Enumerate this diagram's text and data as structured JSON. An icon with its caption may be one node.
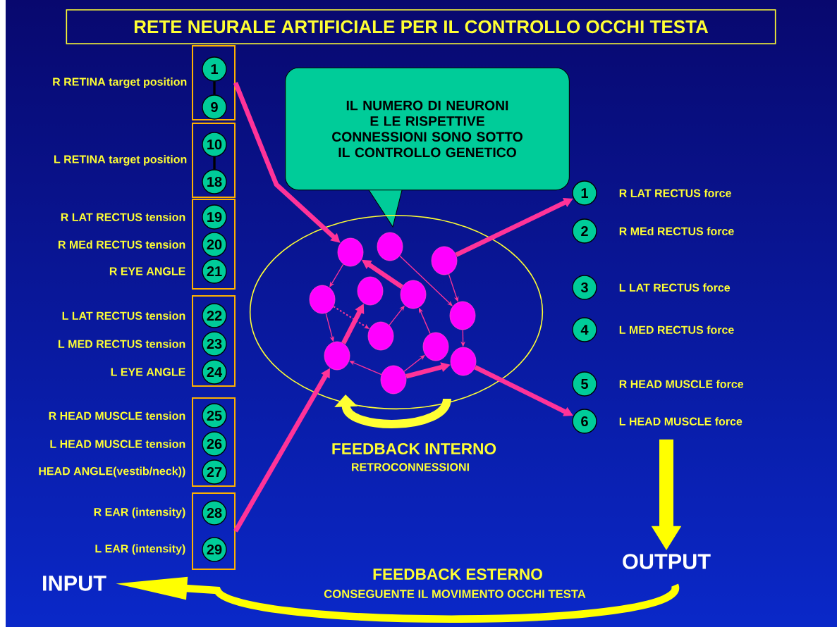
{
  "diagram": {
    "title": "RETE NEURALE ARTIFICIALE PER IL CONTROLLO OCCHI TESTA",
    "nodes": [
      {
        "text": [],
        "shape": "box",
        "beside": [
          "R RETINA target position"
        ]
      },
      {
        "text": [],
        "shape": "box",
        "beside": [
          "L RETINA target position"
        ]
      },
      {
        "text": [],
        "shape": "box"
      },
      {
        "text": [],
        "shape": "box"
      },
      {
        "text": [],
        "shape": "box"
      },
      {
        "text": [],
        "shape": "box"
      },
      {
        "text": [
          "1"
        ],
        "in": 0
      },
      {
        "text": [
          "9"
        ],
        "in": 0
      },
      {
        "text": [
          "10"
        ],
        "in": 1
      },
      {
        "text": [
          "18"
        ],
        "in": 1
      },
      {
        "text": [
          "19"
        ],
        "in": 2,
        "beside": [
          "R LAT RECTUS tension"
        ]
      },
      {
        "text": [
          "20"
        ],
        "in": 2,
        "beside": [
          "R MEd RECTUS tension"
        ]
      },
      {
        "text": [
          "21"
        ],
        "in": 2,
        "beside": [
          "R EYE ANGLE"
        ]
      },
      {
        "text": [
          "22"
        ],
        "in": 3,
        "beside": [
          "L LAT RECTUS tension"
        ]
      },
      {
        "text": [
          "23"
        ],
        "in": 3,
        "beside": [
          "L MED RECTUS tension"
        ]
      },
      {
        "text": [
          "24"
        ],
        "in": 3,
        "beside": [
          "L EYE ANGLE"
        ]
      },
      {
        "text": [
          "25"
        ],
        "in": 4,
        "beside": [
          "R HEAD MUSCLE tension"
        ]
      },
      {
        "text": [
          "26"
        ],
        "in": 4,
        "beside": [
          "L HEAD MUSCLE tension"
        ]
      },
      {
        "text": [
          "27"
        ],
        "in": 4,
        "beside": [
          "HEAD ANGLE(vestib/neck))"
        ]
      },
      {
        "text": [
          "28"
        ],
        "in": 5,
        "beside": [
          "R EAR (intensity)"
        ]
      },
      {
        "text": [
          "29"
        ],
        "in": 5,
        "beside": [
          "L EAR (intensity)"
        ]
      },
      {
        "text": [
          "IL NUMERO DI NEURONI E LE RISPETTIVE CONNESSIONI SONO SOTTO IL CONTROLLO GENETICO"
        ]
      },
      {
        "text": [],
        "shape": "ellipse"
      },
      {
        "text": [],
        "shape": "circle",
        "in": 22
      },
      {
        "text": [],
        "shape": "circle",
        "in": 22
      },
      {
        "text": [],
        "shape": "circle",
        "in": 22
      },
      {
        "text": [],
        "shape": "circle",
        "in": 22
      },
      {
        "text": [],
        "shape": "circle",
        "in": 22
      },
      {
        "text": [],
        "shape": "circle",
        "in": 22
      },
      {
        "text": [],
        "shape": "circle",
        "in": 22
      },
      {
        "text": [],
        "shape": "circle",
        "in": 22
      },
      {
        "text": [],
        "shape": "circle",
        "in": 22
      },
      {
        "text": [],
        "shape": "circle",
        "in": 22
      },
      {
        "text": [],
        "shape": "circle",
        "in": 22
      },
      {
        "text": [],
        "shape": "circle",
        "in": 22
      },
      {
        "text": [
          "1"
        ],
        "beside": [
          "R LAT RECTUS force"
        ]
      },
      {
        "text": [
          "2"
        ],
        "beside": [
          "R MEd RECTUS force"
        ]
      },
      {
        "text": [
          "3"
        ],
        "beside": [
          "L LAT RECTUS force"
        ]
      },
      {
        "text": [
          "4"
        ],
        "beside": [
          "L MED RECTUS force"
        ]
      },
      {
        "text": [
          "5"
        ],
        "beside": [
          "R HEAD MUSCLE force"
        ]
      },
      {
        "text": [
          "6"
        ],
        "beside": [
          "L HEAD MUSCLE force"
        ]
      },
      {
        "text": [
          "INPUT"
        ]
      },
      {
        "text": [
          "OUTPUT"
        ]
      }
    ],
    "edges": [
      {
        "from": 0,
        "to": 23,
        "arrow": "to",
        "style": "thick"
      },
      {
        "from": 5,
        "to": 31,
        "arrow": "to",
        "style": "thick"
      },
      {
        "from": 6,
        "to": 7,
        "arrow": "none",
        "color": "#000000"
      },
      {
        "from": 8,
        "to": 9,
        "arrow": "none",
        "color": "#000000"
      },
      {
        "from": 23,
        "to": 26,
        "arrow": "to"
      },
      {
        "from": 28,
        "to": 23,
        "arrow": "to",
        "style": "thick"
      },
      {
        "from": 24,
        "to": 29,
        "arrow": "to"
      },
      {
        "from": 25,
        "to": 29,
        "arrow": "to"
      },
      {
        "from": 29,
        "to": 33,
        "arrow": "to"
      },
      {
        "from": 26,
        "to": 31,
        "arrow": "to"
      },
      {
        "from": 31,
        "to": 27,
        "arrow": "to",
        "style": "thick"
      },
      {
        "from": 26,
        "to": 30,
        "arrow": "to",
        "style": "dashed"
      },
      {
        "from": 30,
        "to": 28,
        "arrow": "to"
      },
      {
        "from": 32,
        "to": 28,
        "arrow": "to"
      },
      {
        "from": 34,
        "to": 31,
        "arrow": "to"
      },
      {
        "from": 34,
        "to": 32,
        "arrow": "to"
      },
      {
        "from": 34,
        "to": 33,
        "arrow": "to",
        "style": "thick"
      },
      {
        "from": 25,
        "to": 35,
        "arrow": "to",
        "style": "thick"
      },
      {
        "from": 33,
        "to": 40,
        "arrow": "to",
        "style": "thick"
      },
      {
        "from": 40,
        "to": 42,
        "arrow": "to",
        "style": "thick",
        "color": "#ffff00"
      },
      {
        "from": 42,
        "to": 41,
        "arrow": "to",
        "style": "thick",
        "color": "#ffff00"
      }
    ],
    "labels": [
      "FEEDBACK INTERNO",
      "RETROCONNESSIONI",
      "FEEDBACK ESTERNO",
      "CONSEGUENTE IL MOVIMENTO OCCHI TESTA"
    ]
  }
}
